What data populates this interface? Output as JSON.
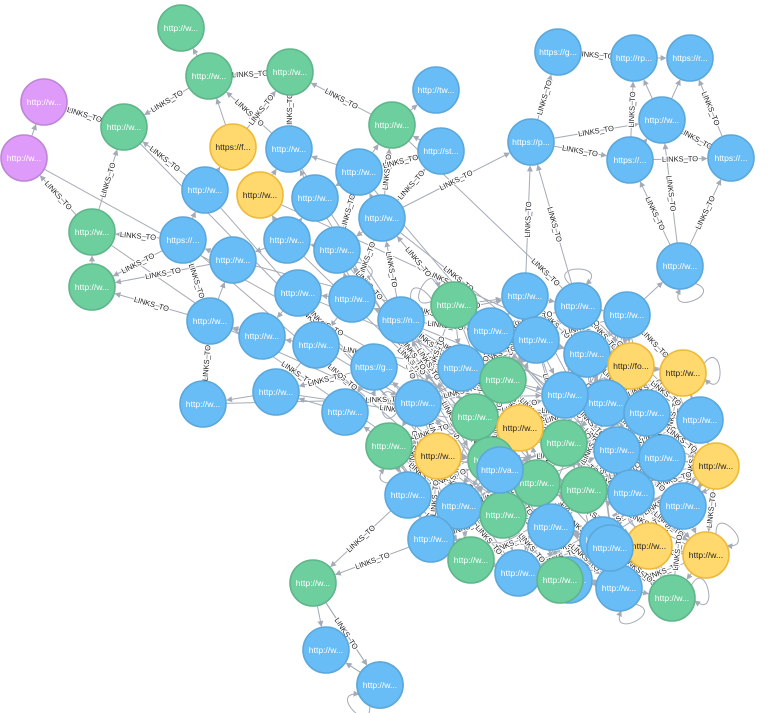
{
  "graph": {
    "relationship_label": "LINKS_TO",
    "colors": {
      "blue": "#68bdf6",
      "blue_border": "#5ca8db",
      "green": "#6dce9e",
      "green_border": "#60b58b",
      "yellow": "#ffd86e",
      "yellow_border": "#edba39",
      "purple": "#de9bf9",
      "purple_border": "#bf85d6",
      "edge": "#a5abb6"
    },
    "nodes": [
      {
        "label": "http://w...",
        "color": "green"
      },
      {
        "label": "http://w...",
        "color": "green"
      },
      {
        "label": "http://w...",
        "color": "green"
      },
      {
        "label": "http://w...",
        "color": "purple"
      },
      {
        "label": "http://w...",
        "color": "purple"
      },
      {
        "label": "http://w...",
        "color": "green"
      },
      {
        "label": "https://f...",
        "color": "yellow"
      },
      {
        "label": "http://w...",
        "color": "blue"
      },
      {
        "label": "http://w...",
        "color": "blue"
      },
      {
        "label": "http://tw...",
        "color": "blue"
      },
      {
        "label": "http://w...",
        "color": "green"
      },
      {
        "label": "http://st...",
        "color": "blue"
      },
      {
        "label": "https://g...",
        "color": "blue"
      },
      {
        "label": "http://rp...",
        "color": "blue"
      },
      {
        "label": "https://r...",
        "color": "blue"
      },
      {
        "label": "http://w...",
        "color": "blue"
      },
      {
        "label": "https://p...",
        "color": "blue"
      },
      {
        "label": "https://...",
        "color": "blue"
      },
      {
        "label": "https://...",
        "color": "blue"
      },
      {
        "label": "http://w...",
        "color": "yellow"
      },
      {
        "label": "http://w...",
        "color": "blue"
      },
      {
        "label": "http://w...",
        "color": "blue"
      },
      {
        "label": "http://w...",
        "color": "blue"
      },
      {
        "label": "http://w...",
        "color": "green"
      },
      {
        "label": "https://...",
        "color": "blue"
      },
      {
        "label": "http://w...",
        "color": "blue"
      },
      {
        "label": "http://w...",
        "color": "blue"
      },
      {
        "label": "http://w...",
        "color": "blue"
      },
      {
        "label": "http://w...",
        "color": "green"
      },
      {
        "label": "http://w...",
        "color": "blue"
      },
      {
        "label": "http://w...",
        "color": "blue"
      },
      {
        "label": "http://w...",
        "color": "blue"
      },
      {
        "label": "http://w...",
        "color": "blue"
      },
      {
        "label": "http://w...",
        "color": "blue"
      },
      {
        "label": "http://w...",
        "color": "blue"
      },
      {
        "label": "http://w...",
        "color": "blue"
      },
      {
        "label": "https://n...",
        "color": "blue"
      },
      {
        "label": "http://w...",
        "color": "green"
      },
      {
        "label": "http://w...",
        "color": "blue"
      },
      {
        "label": "http://w...",
        "color": "blue"
      },
      {
        "label": "http://w...",
        "color": "blue"
      },
      {
        "label": "http://w...",
        "color": "blue"
      },
      {
        "label": "http://w...",
        "color": "blue"
      },
      {
        "label": "https://g...",
        "color": "blue"
      },
      {
        "label": "http://w...",
        "color": "blue"
      },
      {
        "label": "http://w...",
        "color": "green"
      },
      {
        "label": "http://w...",
        "color": "blue"
      },
      {
        "label": "http://w...",
        "color": "blue"
      },
      {
        "label": "http://w...",
        "color": "blue"
      },
      {
        "label": "http://fo...",
        "color": "yellow"
      },
      {
        "label": "http://w...",
        "color": "yellow"
      },
      {
        "label": "http://w...",
        "color": "green"
      },
      {
        "label": "http://w...",
        "color": "blue"
      },
      {
        "label": "http://w...",
        "color": "green"
      },
      {
        "label": "http://w...",
        "color": "yellow"
      },
      {
        "label": "http://w...",
        "color": "blue"
      },
      {
        "label": "http://w...",
        "color": "blue"
      },
      {
        "label": "http://w...",
        "color": "blue"
      },
      {
        "label": "http://w...",
        "color": "yellow"
      },
      {
        "label": "http://w...",
        "color": "green"
      },
      {
        "label": "http://w...",
        "color": "yellow"
      },
      {
        "label": "http://w...",
        "color": "green"
      },
      {
        "label": "http://w...",
        "color": "green"
      },
      {
        "label": "http://w...",
        "color": "blue"
      },
      {
        "label": "http://w...",
        "color": "blue"
      },
      {
        "label": "http://w...",
        "color": "blue"
      },
      {
        "label": "http://w...",
        "color": "green"
      },
      {
        "label": "http://w...",
        "color": "blue"
      },
      {
        "label": "http://w...",
        "color": "blue"
      },
      {
        "label": "http://w...",
        "color": "green"
      },
      {
        "label": "http://w...",
        "color": "blue"
      },
      {
        "label": "http://w...",
        "color": "blue"
      },
      {
        "label": "http://w...",
        "color": "blue"
      },
      {
        "label": "http://w...",
        "color": "yellow"
      },
      {
        "label": "http://w...",
        "color": "yellow"
      },
      {
        "label": "http://w...",
        "color": "green"
      },
      {
        "label": "http://w...",
        "color": "blue"
      },
      {
        "label": "http://w...",
        "color": "blue"
      },
      {
        "label": "http://w...",
        "color": "blue"
      },
      {
        "label": "http://w...",
        "color": "green"
      },
      {
        "label": "http://w...",
        "color": "green"
      },
      {
        "label": "http://w...",
        "color": "blue"
      },
      {
        "label": "http://w...",
        "color": "green"
      },
      {
        "label": "http://w...",
        "color": "blue"
      },
      {
        "label": "http://w...",
        "color": "blue"
      },
      {
        "label": "http://w...",
        "color": "blue"
      },
      {
        "label": "http://w...",
        "color": "blue"
      },
      {
        "label": "http://va...",
        "color": "blue"
      },
      {
        "label": "http://w...",
        "color": "green"
      }
    ]
  }
}
